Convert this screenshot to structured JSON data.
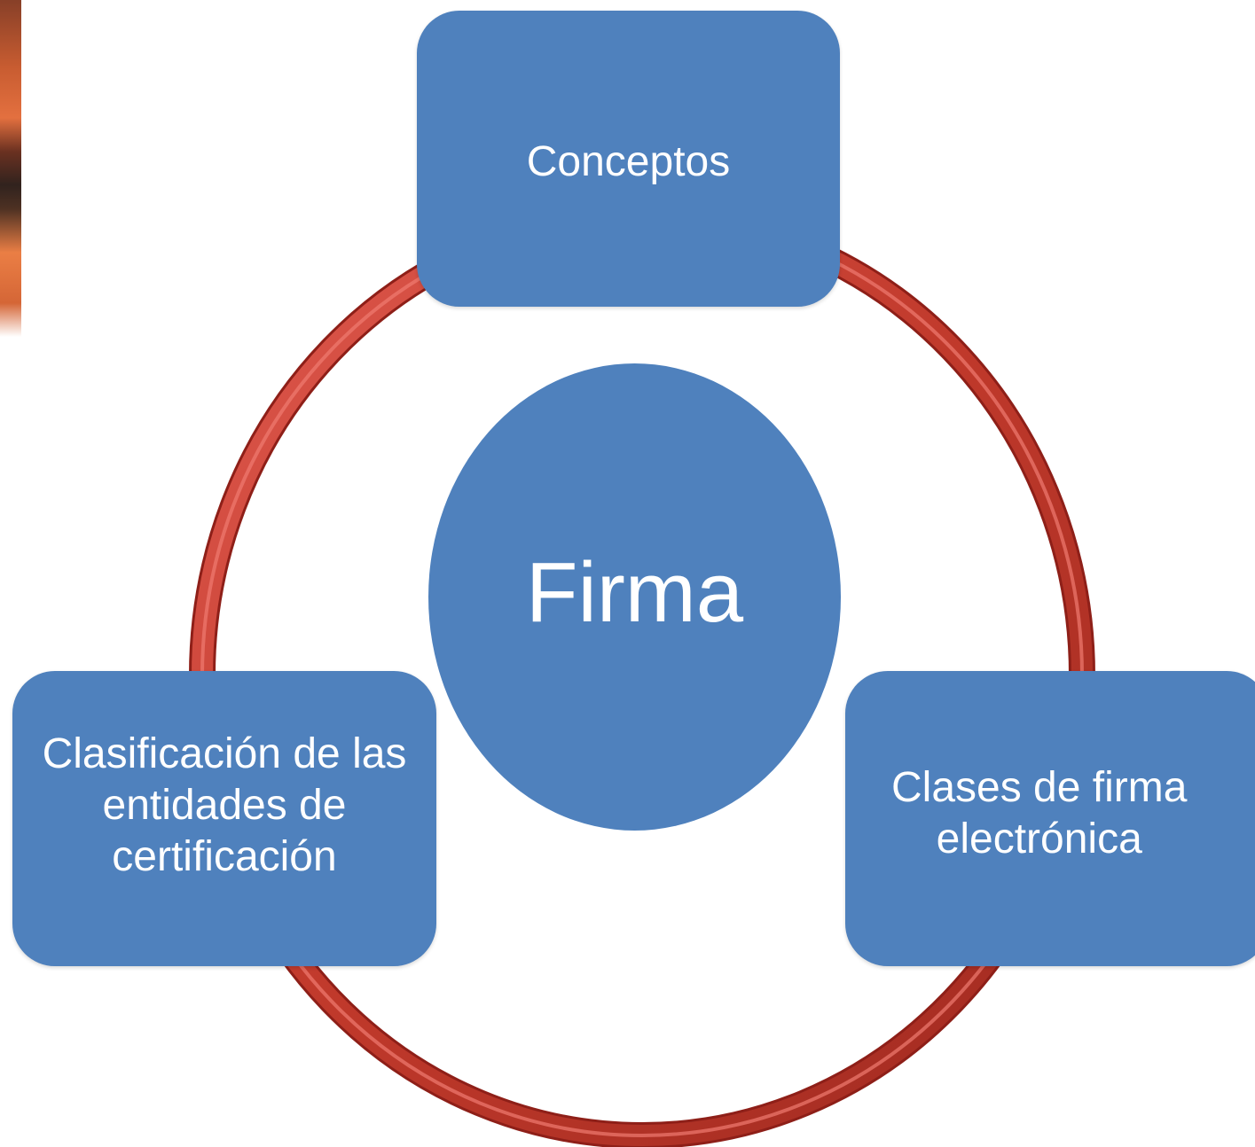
{
  "diagram": {
    "center": {
      "label": "Firma"
    },
    "nodes": [
      {
        "id": "top",
        "label": "Conceptos"
      },
      {
        "id": "left",
        "label": "Clasificación de las\nentidades de\ncertificación"
      },
      {
        "id": "right",
        "label": "Clases de firma\nelectrónica"
      }
    ],
    "colors": {
      "node_fill": "#4f81bd",
      "node_text": "#ffffff",
      "ring_stroke": "#c0392b",
      "ring_highlight": "#e05a4f"
    }
  }
}
